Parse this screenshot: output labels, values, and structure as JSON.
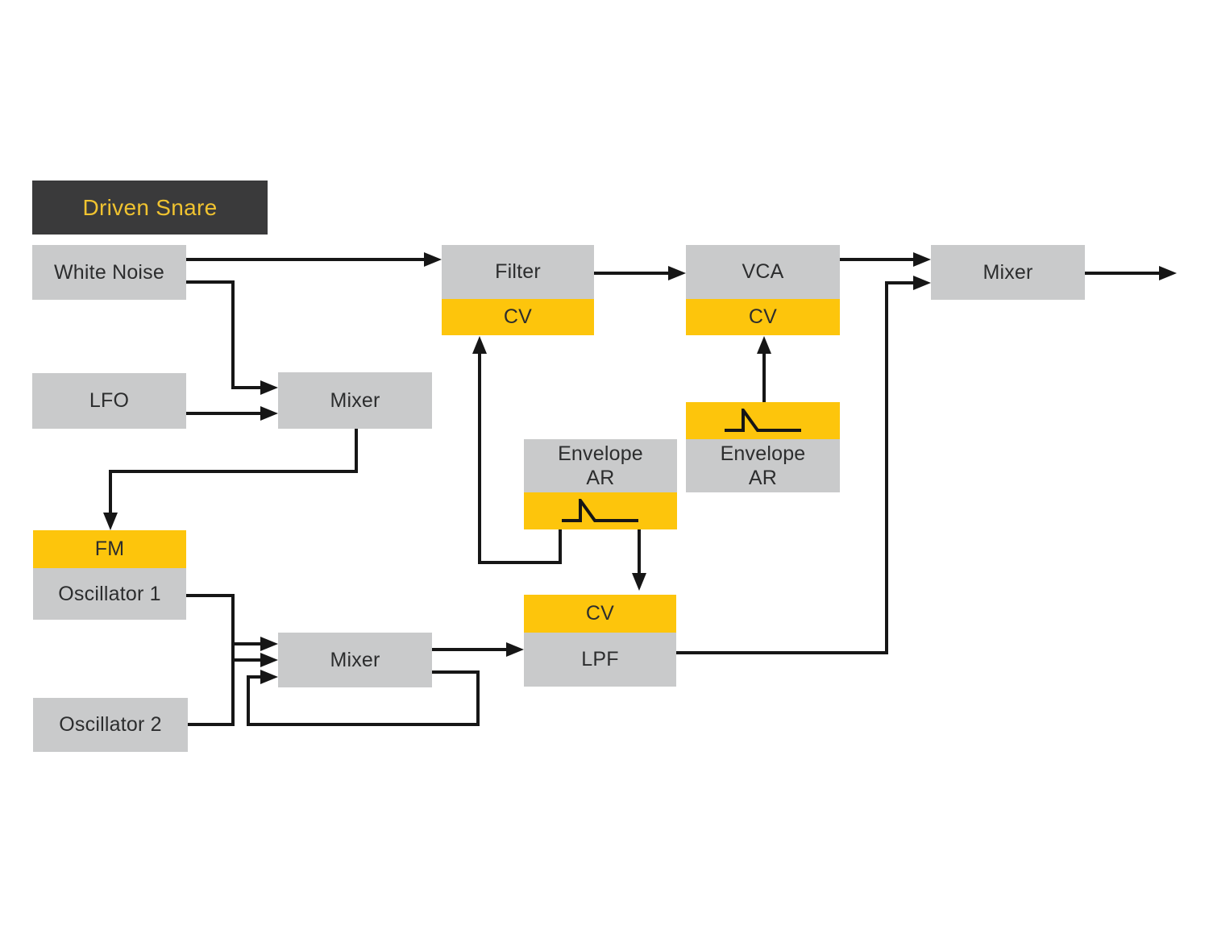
{
  "title": {
    "label": "Driven Snare"
  },
  "colors": {
    "yellow": "#fdc50c",
    "gray": "#c9cacb",
    "dark": "#3a3a3b",
    "titletext": "#f0c330",
    "line": "#161616",
    "text": "#2c2d2e",
    "canvas": "#ffffff"
  },
  "nodes": {
    "white_noise": {
      "label": "White Noise"
    },
    "lfo": {
      "label": "LFO"
    },
    "mixer_mid": {
      "label": "Mixer"
    },
    "fm": {
      "label": "FM"
    },
    "osc1": {
      "label": "Oscillator 1"
    },
    "osc2": {
      "label": "Oscillator 2"
    },
    "mixer_low": {
      "label": "Mixer"
    },
    "filter": {
      "label": "Filter",
      "cv": "CV"
    },
    "vca": {
      "label": "VCA",
      "cv": "CV"
    },
    "mixer_out": {
      "label": "Mixer"
    },
    "env_vca": {
      "label": "Envelope\nAR"
    },
    "env_filter": {
      "label": "Envelope\nAR"
    },
    "lpf": {
      "label": "LPF",
      "cv": "CV"
    }
  },
  "icons": {
    "ar_envelope": "attack-release spike waveform"
  }
}
